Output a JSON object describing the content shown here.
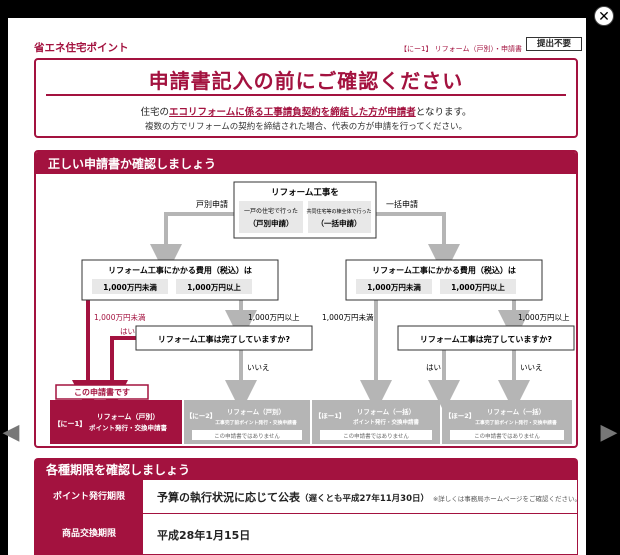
{
  "viewer": {
    "close_glyph": "✕",
    "prev_glyph": "◀",
    "next_glyph": "▶"
  },
  "header": {
    "brand": "省エネ住宅ポイント",
    "code": "【にー1】 リフォーム（戸別）・申請書",
    "badge": "提出不要"
  },
  "notice": {
    "title": "申請書記入の前にご確認ください",
    "line1_pre": "住宅の",
    "line1_hl1": "エコリフォームに係る工事請負契約を締結した方が申請者",
    "line1_post": "となります。",
    "line2": "複数の方でリフォームの契約を締結された場合、代表の方が申請を行ってください。"
  },
  "flow": {
    "heading": "正しい申請書か確認しましょう",
    "top_box": {
      "title": "リフォーム工事を",
      "opt_left": "一戸の住宅で行った",
      "opt_left_sub": "（戸別申請）",
      "opt_right": "共同住宅等の棟全体で行った",
      "opt_right_sub": "（一括申請）"
    },
    "label_individual": "戸別申請",
    "label_bulk": "一括申請",
    "cost_box": {
      "title": "リフォーム工事にかかる費用（税込）は",
      "under": "1,000万円未満",
      "over": "1,000万円以上"
    },
    "edge_under": "1,000万円未満",
    "edge_over": "1,000万円以上",
    "question": "リフォーム工事は完了していますか?",
    "yes": "はい",
    "no": "いいえ",
    "this_form": "この申請書です",
    "forms": [
      {
        "code": "【にー1】",
        "name": "リフォーム（戸別）",
        "sub": "ポイント発行・交換申請書",
        "note": "",
        "active": true
      },
      {
        "code": "【にー2】",
        "name": "リフォーム（戸別）",
        "sub": "工事完了前ポイント発行・交換申請書",
        "note": "この申請書ではありません",
        "active": false
      },
      {
        "code": "【ほー1】",
        "name": "リフォーム（一括）",
        "sub": "ポイント発行・交換申請書",
        "note": "この申請書ではありません",
        "active": false
      },
      {
        "code": "【ほー2】",
        "name": "リフォーム（一括）",
        "sub": "工事完了前ポイント発行・交換申請書",
        "note": "この申請書ではありません",
        "active": false
      }
    ]
  },
  "periods": {
    "heading": "各種期限を確認しましょう",
    "rows": [
      {
        "label": "ポイント発行期限",
        "value": "予算の執行状況に応じて公表",
        "paren": "（遅くとも平成27年11月30日）",
        "note": "※詳しくは事務局ホームページをご確認ください。"
      },
      {
        "label": "商品交換期限",
        "value": "平成28年1月15日",
        "paren": "",
        "note": ""
      }
    ]
  },
  "colors": {
    "accent": "#a3123f",
    "gray": "#b5b5b5"
  }
}
